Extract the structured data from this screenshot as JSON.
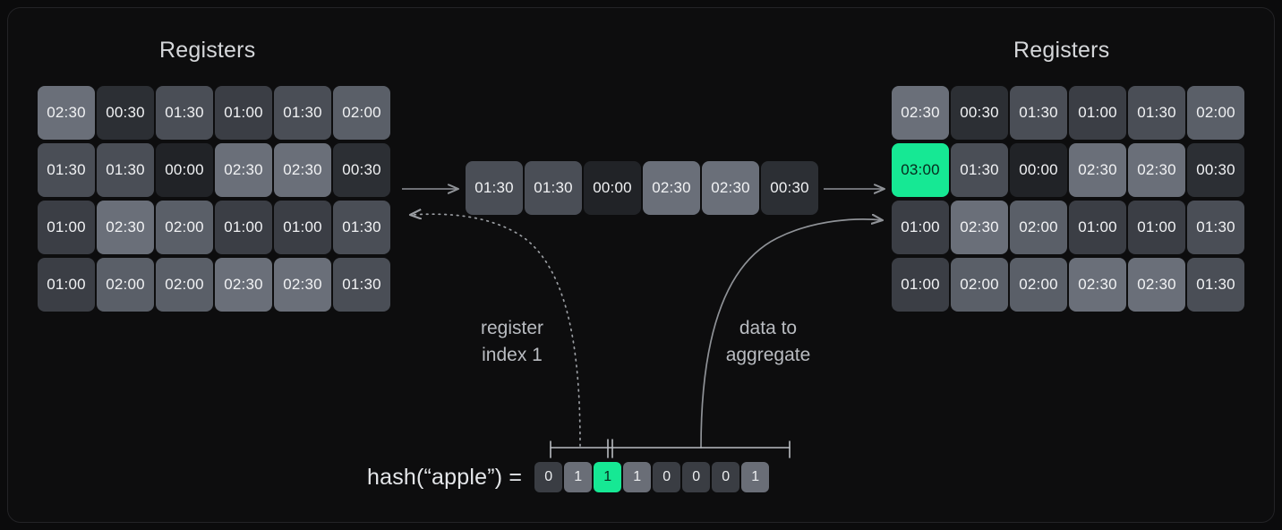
{
  "diagram": {
    "title_left": "Registers",
    "title_right": "Registers",
    "accent_green": "#16e894",
    "accent_green_text": "#07291d",
    "background": "#0b0b0c",
    "card_background": "#0d0d0e",
    "card_border": "#232326",
    "connector_color": "#8f9297"
  },
  "registers_before": {
    "rows": [
      [
        "02:30",
        "00:30",
        "01:30",
        "01:00",
        "01:30",
        "02:00"
      ],
      [
        "01:30",
        "01:30",
        "00:00",
        "02:30",
        "02:30",
        "00:30"
      ],
      [
        "01:00",
        "02:30",
        "02:00",
        "01:00",
        "01:00",
        "01:30"
      ],
      [
        "01:00",
        "02:00",
        "02:00",
        "02:30",
        "02:30",
        "01:30"
      ]
    ]
  },
  "registers_after": {
    "rows": [
      [
        "02:30",
        "00:30",
        "01:30",
        "01:00",
        "01:30",
        "02:00"
      ],
      [
        "03:00",
        "01:30",
        "00:00",
        "02:30",
        "02:30",
        "00:30"
      ],
      [
        "01:00",
        "02:30",
        "02:00",
        "01:00",
        "01:00",
        "01:30"
      ],
      [
        "01:00",
        "02:00",
        "02:00",
        "02:30",
        "02:30",
        "01:30"
      ]
    ],
    "highlight": {
      "row": 1,
      "col": 0
    }
  },
  "selected_row": {
    "values": [
      "01:30",
      "01:30",
      "00:00",
      "02:30",
      "02:30",
      "00:30"
    ]
  },
  "callouts": {
    "register_index": "register\nindex 1",
    "data_to_aggregate": "data to\naggregate"
  },
  "hash": {
    "label": "hash(“apple”)  =",
    "bits": [
      "0",
      "1",
      "1",
      "1",
      "0",
      "0",
      "0",
      "1"
    ],
    "highlight_index": 2,
    "index_span": [
      0,
      2
    ],
    "payload_span": [
      3,
      7
    ]
  },
  "tile_shades": {
    "00:00": "#212327",
    "00:30": "#2c2f34",
    "01:00": "#3b3e45",
    "01:30": "#4a4e56",
    "02:00": "#5a5f68",
    "02:30": "#6a6f79",
    "03:00": "#16e894"
  },
  "bit_shades": {
    "0": "#3a3d43",
    "1": "#6a6e77",
    "on": "#16e894"
  },
  "connectors": {
    "arrow_left_to_mid": "solid-arrow-right",
    "arrow_mid_to_right": "solid-arrow-right",
    "index_curve": "dotted-curve-to-left-panel",
    "aggregate_curve": "solid-curve-to-right-panel"
  }
}
